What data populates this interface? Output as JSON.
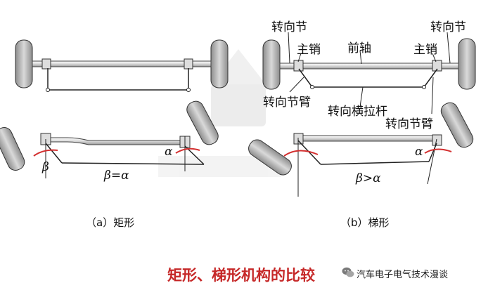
{
  "panel_a": {
    "relation": "β=α",
    "beta": "β",
    "alpha": "α",
    "caption": "（a）矩形"
  },
  "panel_b": {
    "labels": {
      "knuckle_left": "转向节",
      "knuckle_right": "转向节",
      "kingpin_left": "主销",
      "kingpin_right": "主销",
      "front_axle": "前轴",
      "arm_left": "转向节臂",
      "tie_rod": "转向横拉杆",
      "arm_right": "转向节臂"
    },
    "relation": "β>α",
    "alpha": "α",
    "caption": "（b）梯形"
  },
  "title": "矩形、梯形机构的比较",
  "watermark": {
    "text": "汽车电子电气技术漫谈",
    "icon": "wechat-icon"
  },
  "colors": {
    "title": "#c62828",
    "angle_arc": "#d32f2f",
    "axle": "#e8e8e8",
    "tire": "#c4c4c4"
  }
}
